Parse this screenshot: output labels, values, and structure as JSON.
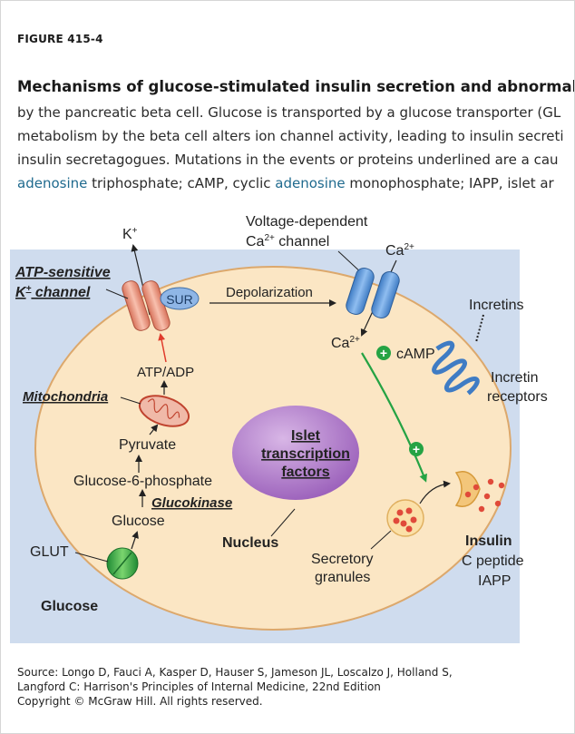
{
  "figure_label": "FIGURE 415-4",
  "caption": {
    "title": "Mechanisms of glucose-stimulated insulin secretion and abnormalitic",
    "line1": "by the pancreatic beta cell. Glucose is transported by a glucose transporter (GL",
    "line2": "metabolism by the beta cell alters ion channel activity, leading to insulin secreti",
    "line3": "insulin secretagogues. Mutations in the events or proteins underlined are a cau",
    "line4": {
      "link1": "adenosine",
      "text1": " triphosphate; cAMP, cyclic ",
      "link2": "adenosine",
      "text2": " monophosphate; IAPP, islet ar"
    }
  },
  "diagram": {
    "vdcc_line1": "Voltage-dependent",
    "vdcc_line2_pre": "Ca",
    "vdcc_line2_sup": "2+",
    "vdcc_line2_post": " channel",
    "ca_top": "Ca",
    "ca_top_sup": "2+",
    "k_ion": "K",
    "k_ion_sup": "+",
    "atp_channel_line1": "ATP-sensitive",
    "atp_channel_line2_pre": "K",
    "atp_channel_line2_sup": "+",
    "atp_channel_line2_post": " channel",
    "sur": "SUR",
    "depolarization": "Depolarization",
    "incretins": "Incretins",
    "ca_inside": "Ca",
    "ca_inside_sup": "2+",
    "camp": "cAMP",
    "incretin_receptors_1": "Incretin",
    "incretin_receptors_2": "receptors",
    "atp_adp": "ATP/ADP",
    "mitochondria": "Mitochondria",
    "pyruvate": "Pyruvate",
    "islet_tf_1": "Islet",
    "islet_tf_2": "transcription",
    "islet_tf_3": "factors",
    "g6p": "Glucose-6-phosphate",
    "glucokinase": "Glucokinase",
    "glucose_inside": "Glucose",
    "glut": "GLUT",
    "nucleus": "Nucleus",
    "secretory_1": "Secretory",
    "secretory_2": "granules",
    "insulin": "Insulin",
    "c_peptide": "C peptide",
    "iapp": "IAPP",
    "glucose_outside": "Glucose"
  },
  "source": {
    "line1": "Source: Longo D, Fauci A, Kasper D, Hauser S, Jameson JL, Loscalzo J, Holland S,",
    "line2": "Langford C: Harrison's Principles of Internal Medicine, 22nd Edition",
    "line3": "Copyright © McGraw Hill. All rights reserved."
  },
  "colors": {
    "background_blue": "#cfdcee",
    "cell_fill": "#fbe6c4",
    "cell_border": "#dca86c",
    "nucleus": "#a86fc4",
    "channel_blue": "#5a94d4",
    "k_channel": "#ea9a84",
    "arrow_green": "#25a344",
    "arrow_red": "#e03b2c",
    "link": "#1f6a8e"
  }
}
